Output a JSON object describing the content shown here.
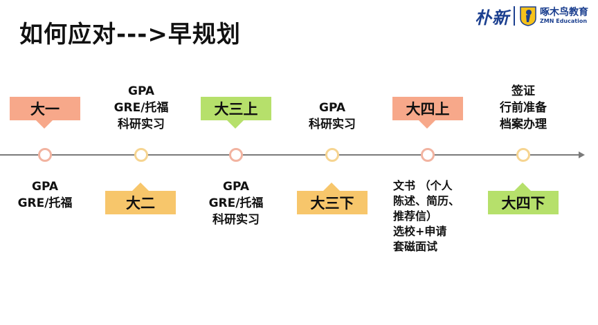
{
  "title": "如何应对--->早规划",
  "logo": {
    "brand": "朴新",
    "name_cn": "啄木鸟教育",
    "name_en": "ZMN Education"
  },
  "colors": {
    "salmon": "#f7a88a",
    "green": "#b6e06b",
    "yellow": "#f7c66b",
    "node_ring_salmon": "#f2b3a0",
    "node_ring_yellow": "#f6d490"
  },
  "stages": [
    {
      "label": "大一",
      "notes": []
    },
    {
      "label": "大二",
      "notes": []
    },
    {
      "label": "大三上",
      "notes": []
    },
    {
      "label": "大三下",
      "notes": []
    },
    {
      "label": "大四上",
      "notes": []
    },
    {
      "label": "大四下",
      "notes": []
    }
  ],
  "top_notes": {
    "s2": [
      "GPA",
      "GRE/托福",
      "科研实习"
    ],
    "s4": [
      "GPA",
      "科研实习"
    ],
    "s6": [
      "签证",
      "行前准备",
      "档案办理"
    ]
  },
  "bottom_notes": {
    "s1": [
      "GPA",
      "GRE/托福"
    ],
    "s3": [
      "GPA",
      "GRE/托福",
      "科研实习"
    ],
    "s5": [
      "文书 （个人",
      "陈述、简历、",
      "推荐信）",
      "选校+申请",
      "套磁面试"
    ]
  }
}
